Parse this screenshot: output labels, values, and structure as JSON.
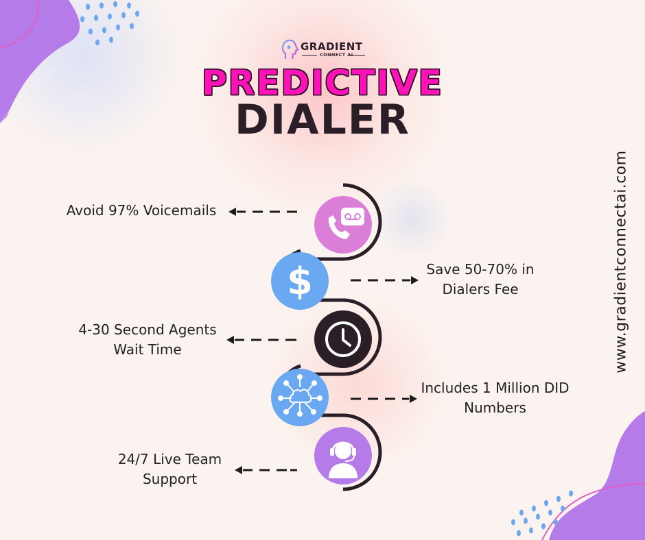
{
  "brand": {
    "name": "GRADIENT",
    "sub": "CONNECT AI"
  },
  "title": {
    "line1": "PREDICTIVE",
    "line2": "DIALER"
  },
  "features": [
    {
      "label_lines": [
        "Avoid 97% Voicemails"
      ],
      "icon": "voicemail-phone-icon",
      "side": "left"
    },
    {
      "label_lines": [
        "Save 50-70% in",
        "Dialers Fee"
      ],
      "icon": "dollar-icon",
      "side": "right"
    },
    {
      "label_lines": [
        "4-30 Second Agents",
        "Wait Time"
      ],
      "icon": "clock-icon",
      "side": "left"
    },
    {
      "label_lines": [
        "Includes 1 Million DID",
        "Numbers"
      ],
      "icon": "cloud-network-icon",
      "side": "right"
    },
    {
      "label_lines": [
        "24/7 Live Team",
        "Support"
      ],
      "icon": "headset-agent-icon",
      "side": "left"
    }
  ],
  "website": "www.gradientconnectai.com",
  "colors": {
    "pink": "#ff12b8",
    "purple": "#b57be8",
    "blue": "#6ba8f2",
    "dark": "#2b1f27",
    "orchid": "#db7ed8"
  }
}
